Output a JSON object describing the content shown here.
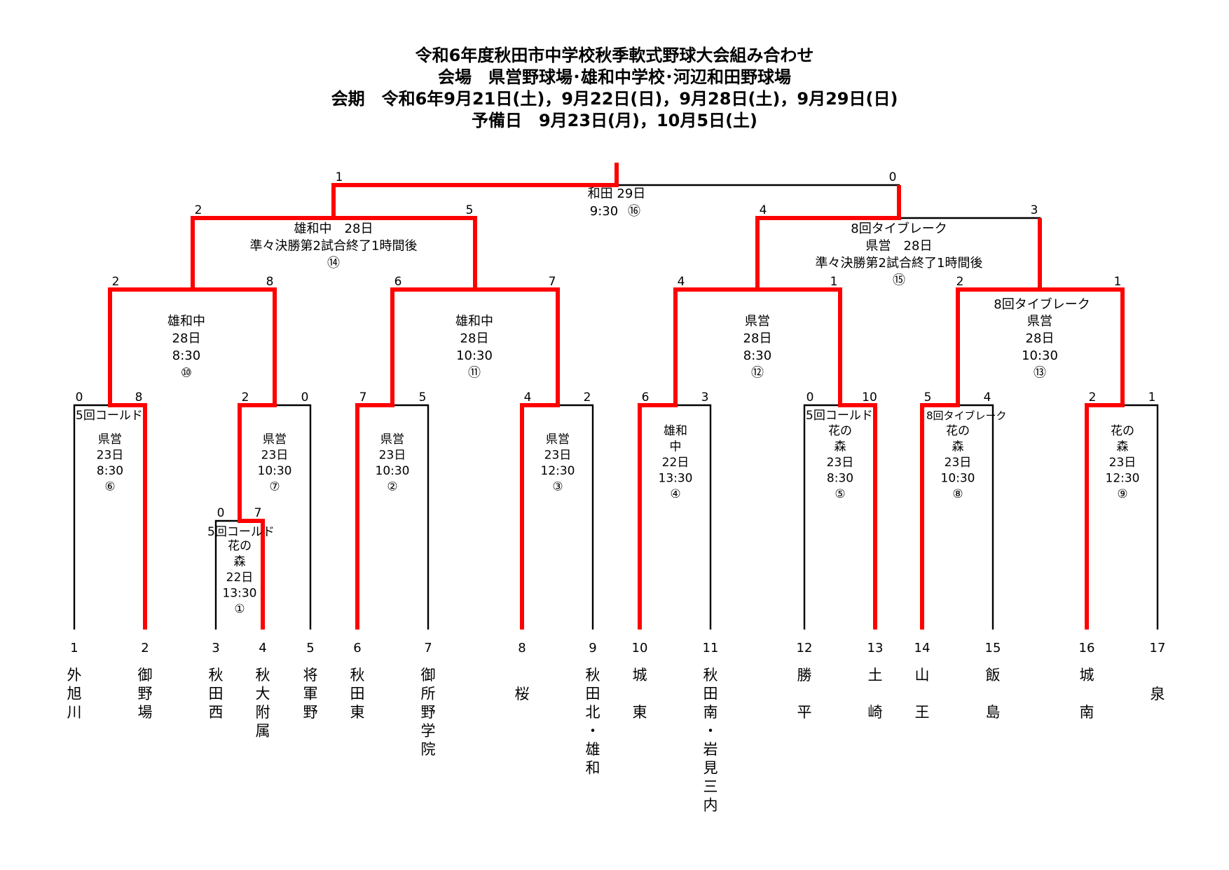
{
  "header": {
    "title": "令和6年度秋田市中学校秋季軟式野球大会組み合わせ",
    "venue": "会場　県営野球場･雄和中学校･河辺和田野球場",
    "period": "会期　令和6年9月21日(土)，9月22日(日)，9月28日(土)，9月29日(日)",
    "reserve": "予備日　9月23日(月)，10月5日(土)"
  },
  "colors": {
    "line": "#000000",
    "winner": "#ff0000"
  },
  "teams": [
    {
      "seed": "1",
      "name": "外旭川"
    },
    {
      "seed": "2",
      "name": "御野場"
    },
    {
      "seed": "3",
      "name": "秋田西"
    },
    {
      "seed": "4",
      "name": "秋大附属"
    },
    {
      "seed": "5",
      "name": "将軍野"
    },
    {
      "seed": "6",
      "name": "秋田東"
    },
    {
      "seed": "7",
      "name": "御所野学院"
    },
    {
      "seed": "8",
      "name": "桜"
    },
    {
      "seed": "9",
      "name": "秋田北・雄和"
    },
    {
      "seed": "10",
      "name": "城東"
    },
    {
      "seed": "11",
      "name": "秋田南・岩見三内"
    },
    {
      "seed": "12",
      "name": "勝平"
    },
    {
      "seed": "13",
      "name": "土崎"
    },
    {
      "seed": "14",
      "name": "山王"
    },
    {
      "seed": "15",
      "name": "飯島"
    },
    {
      "seed": "16",
      "name": "城南"
    },
    {
      "seed": "17",
      "name": "泉"
    }
  ],
  "games": [
    {
      "id": "g1",
      "no": "①",
      "venue": [
        "花の",
        "森"
      ],
      "date": "22日",
      "time": "13:30",
      "note": "5回コールド",
      "scores": [
        "0",
        "7"
      ]
    },
    {
      "id": "g2",
      "no": "②",
      "venue": [
        "県営"
      ],
      "date": "23日",
      "time": "10:30",
      "note": "",
      "scores": [
        "7",
        "5"
      ]
    },
    {
      "id": "g3",
      "no": "③",
      "venue": [
        "県営"
      ],
      "date": "23日",
      "time": "12:30",
      "note": "",
      "scores": [
        "4",
        "2"
      ]
    },
    {
      "id": "g4",
      "no": "④",
      "venue": [
        "雄和",
        "中"
      ],
      "date": "22日",
      "time": "13:30",
      "note": "",
      "scores": [
        "6",
        "3"
      ]
    },
    {
      "id": "g5",
      "no": "⑤",
      "venue": [
        "花の",
        "森"
      ],
      "date": "23日",
      "time": "8:30",
      "note": "5回コールド",
      "scores": [
        "0",
        "10"
      ]
    },
    {
      "id": "g6",
      "no": "⑥",
      "venue": [
        "県営"
      ],
      "date": "23日",
      "time": "8:30",
      "note": "5回コールド",
      "scores": [
        "0",
        "8"
      ]
    },
    {
      "id": "g7",
      "no": "⑦",
      "venue": [
        "県営"
      ],
      "date": "23日",
      "time": "10:30",
      "note": "",
      "scores": [
        "2",
        "0"
      ]
    },
    {
      "id": "g8",
      "no": "⑧",
      "venue": [
        "花の",
        "森"
      ],
      "date": "23日",
      "time": "10:30",
      "note": "8回タイブレーク",
      "scores": [
        "5",
        "4"
      ]
    },
    {
      "id": "g9",
      "no": "⑨",
      "venue": [
        "花の",
        "森"
      ],
      "date": "23日",
      "time": "12:30",
      "note": "",
      "scores": [
        "2",
        "1"
      ]
    },
    {
      "id": "g10",
      "no": "⑩",
      "venue": [
        "雄和中"
      ],
      "date": "28日",
      "time": "8:30",
      "note": "",
      "scores": [
        "2",
        "8"
      ]
    },
    {
      "id": "g11",
      "no": "⑪",
      "venue": [
        "雄和中"
      ],
      "date": "28日",
      "time": "10:30",
      "note": "",
      "scores": [
        "6",
        "7"
      ]
    },
    {
      "id": "g12",
      "no": "⑫",
      "venue": [
        "県営"
      ],
      "date": "28日",
      "time": "8:30",
      "note": "",
      "scores": [
        "4",
        "1"
      ]
    },
    {
      "id": "g13",
      "no": "⑬",
      "venue": [
        "県営"
      ],
      "date": "28日",
      "time": "10:30",
      "note": "8回タイブレーク",
      "scores": [
        "2",
        "1"
      ]
    },
    {
      "id": "g14",
      "no": "⑭",
      "lines": [
        "雄和中　28日",
        "準々決勝第2試合終了1時間後"
      ],
      "scores": [
        "2",
        "5"
      ]
    },
    {
      "id": "g15",
      "no": "⑮",
      "lines": [
        "8回タイブレーク",
        "県営　28日",
        "準々決勝第2試合終了1時間後"
      ],
      "scores": [
        "4",
        "3"
      ]
    },
    {
      "id": "g16",
      "no": "⑯",
      "lines": [
        "和田 29日",
        "9:30"
      ],
      "scores": [
        "1",
        "0"
      ]
    }
  ]
}
